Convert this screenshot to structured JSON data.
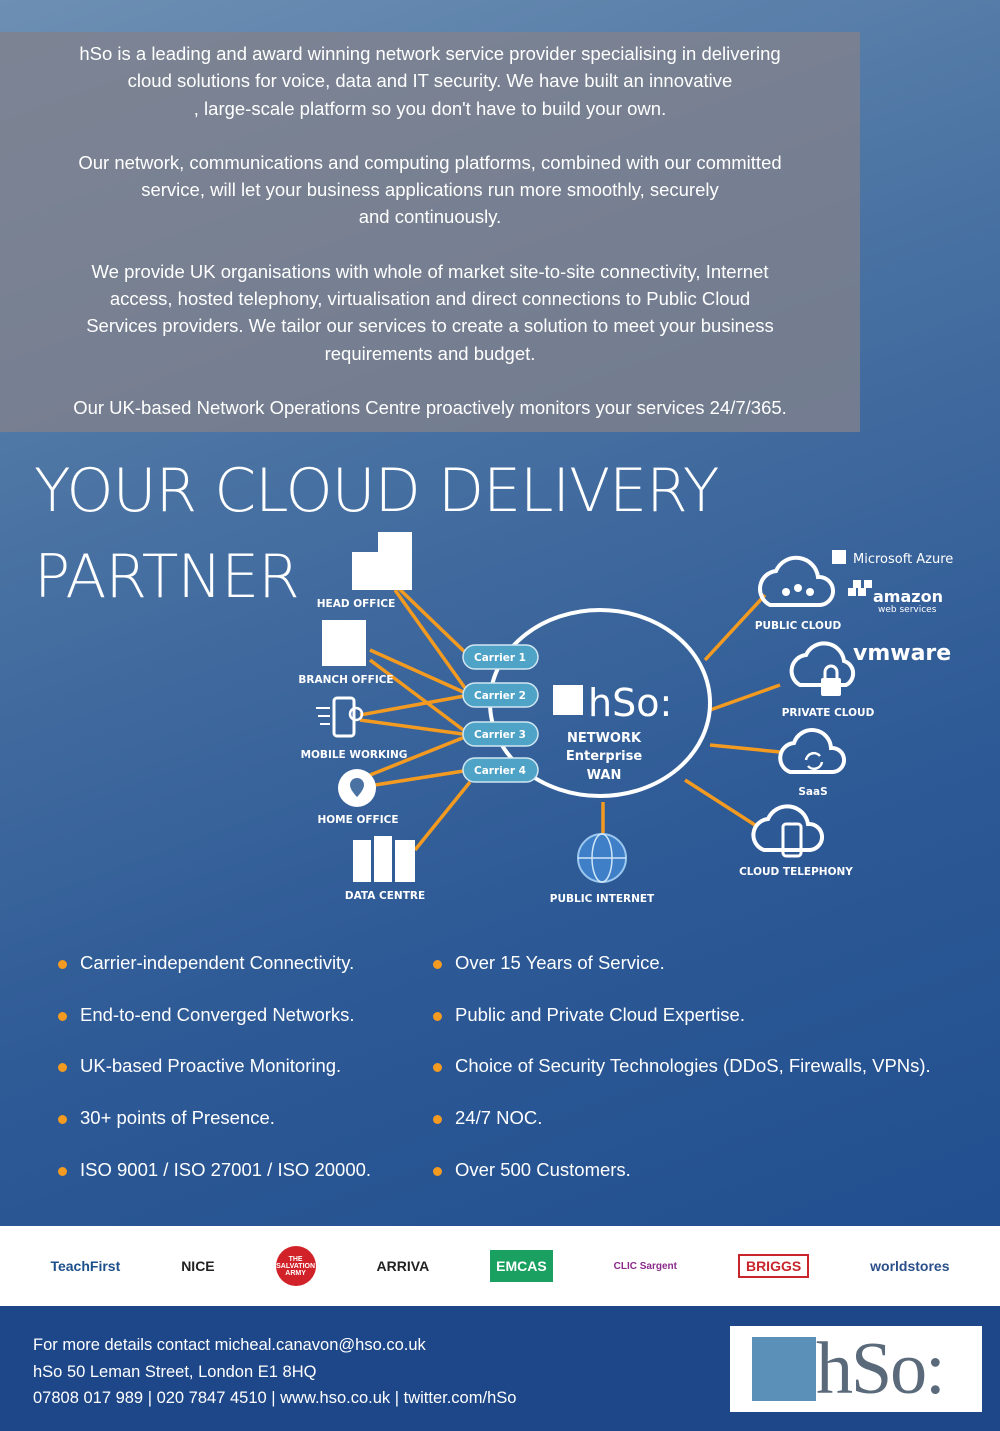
{
  "intro": {
    "p1": "hSo is a leading and award winning network service provider specialising in delivering\ncloud solutions for voice, data and IT security. We have built an innovative\n, large-scale platform so you don't have to build your own.",
    "p2": "Our network, communications and computing platforms, combined with our committed\nservice, will let your business applications run more smoothly, securely\nand continuously.",
    "p3": "We provide UK organisations with whole of market site-to-site connectivity, Internet\naccess, hosted telephony, virtualisation and direct connections to Public Cloud\nServices providers. We tailor our services to create a solution to meet your business\nrequirements and budget.",
    "p4": "Our UK-based Network Operations Centre proactively monitors your services 24/7/365."
  },
  "headline": "YOUR CLOUD DELIVERY\nPARTNER",
  "diagram": {
    "left_nodes": [
      "HEAD OFFICE",
      "BRANCH OFFICE",
      "MOBILE WORKING",
      "HOME OFFICE",
      "DATA CENTRE"
    ],
    "carriers": [
      "Carrier 1",
      "Carrier 2",
      "Carrier 3",
      "Carrier 4"
    ],
    "hub_logo": "hSo:",
    "hub_lines": [
      "NETWORK",
      "Enterprise",
      "WAN"
    ],
    "bottom_node": "PUBLIC INTERNET",
    "right_nodes": [
      "PUBLIC CLOUD",
      "PRIVATE CLOUD",
      "SaaS",
      "CLOUD TELEPHONY"
    ],
    "brands": {
      "azure": "Microsoft Azure",
      "amazon": "amazon",
      "amazon_sub": "web services",
      "vmware": "vmware"
    },
    "colors": {
      "line": "#f39a21",
      "carrier": "#4fa3c7"
    }
  },
  "features_col1": [
    "Carrier-independent Connectivity.",
    "End-to-end Converged Networks.",
    "UK-based Proactive Monitoring.",
    "30+ points of Presence.",
    "ISO 9001 / ISO 27001 / ISO 20000."
  ],
  "features_col2": [
    "Over 15 Years of Service.",
    "Public and Private Cloud Expertise.",
    "Choice of Security Technologies (DDoS, Firewalls, VPNs).",
    "24/7 NOC.",
    "Over 500 Customers."
  ],
  "logos": [
    "TeachFirst",
    "NICE",
    "THE SALVATION ARMY",
    "ARRIVA",
    "EMCAS",
    "CLIC Sargent",
    "BRIGGS",
    "worldstores"
  ],
  "footer": {
    "line1": "For more details contact micheal.canavon@hso.co.uk",
    "line2": "hSo 50 Leman Street, London E1 8HQ",
    "line3": "07808 017 989  |  020 7847 4510  |  www.hso.co.uk  |  twitter.com/hSo",
    "logo": "hSo:"
  }
}
